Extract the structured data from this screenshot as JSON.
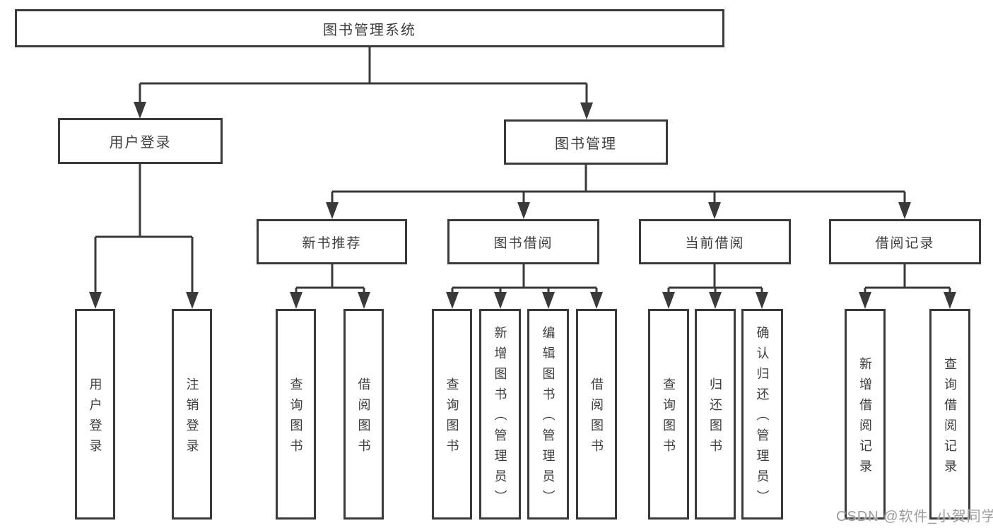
{
  "watermark": "CSDN @软件_小贺同学",
  "colors": {
    "line": "#3a3a3a",
    "text": "#3d3d3d",
    "watermark": "#9c9c9c"
  },
  "tree": {
    "root": "图书管理系统",
    "login": {
      "label": "用户登录",
      "leaves": [
        "用户登录",
        "注销登录"
      ]
    },
    "mgmt": {
      "label": "图书管理",
      "groups": [
        {
          "label": "新书推荐",
          "leaves": [
            "查询图书",
            "借阅图书"
          ]
        },
        {
          "label": "图书借阅",
          "leaves": [
            "查询图书",
            "新增图书（管理员）",
            "编辑图书（管理员）",
            "借阅图书"
          ]
        },
        {
          "label": "当前借阅",
          "leaves": [
            "查询图书",
            "归还图书",
            "确认归还（管理员）"
          ]
        },
        {
          "label": "借阅记录",
          "leaves": [
            "新增借阅记录",
            "查询借阅记录"
          ]
        }
      ]
    }
  }
}
